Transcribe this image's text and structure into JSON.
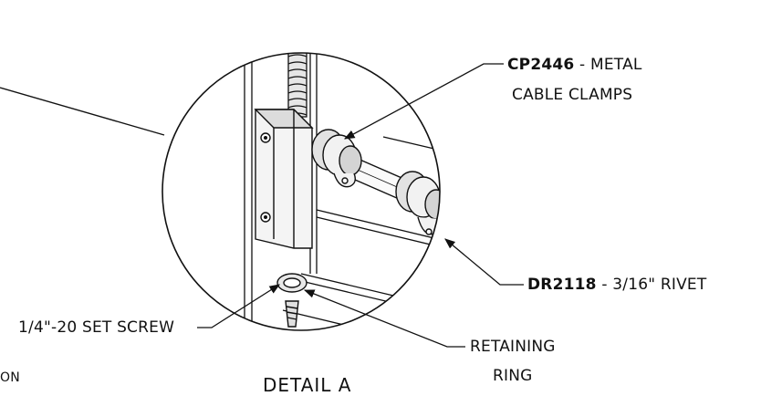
{
  "labels": {
    "clamps": {
      "part_number": "CP2446",
      "line1_rest": " - METAL",
      "line2": "CABLE CLAMPS"
    },
    "rivet": {
      "part_number": "DR2118",
      "rest": " - 3/16\" RIVET"
    },
    "set_screw": "1/4\"-20 SET SCREW",
    "retaining_ring": {
      "line1": "RETAINING",
      "line2": "RING"
    },
    "detail_title": "DETAIL A",
    "partial_left": "ON"
  }
}
